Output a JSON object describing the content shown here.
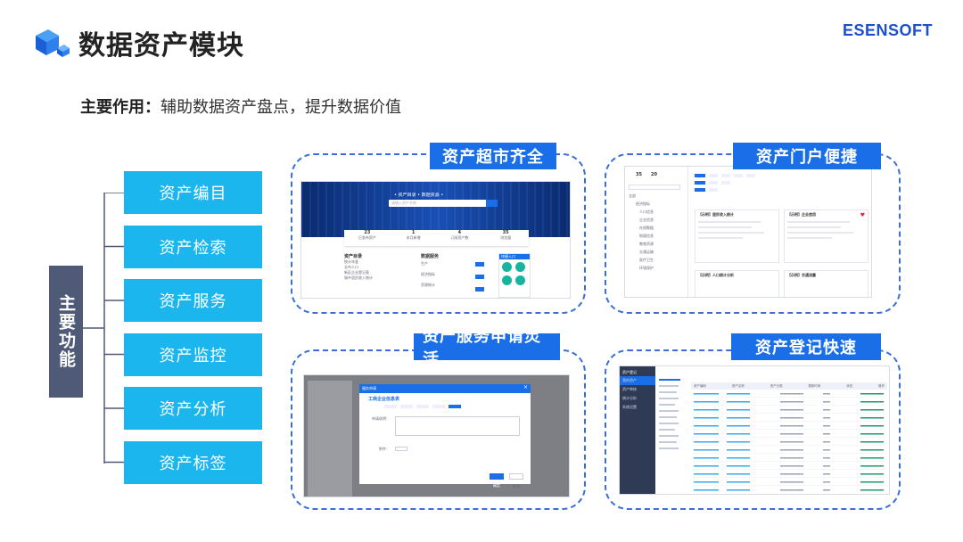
{
  "header": {
    "title": "数据资产模块",
    "brand": "ESENSOFT",
    "subtitle_label": "主要作用：",
    "subtitle_text": "辅助数据资产盘点，提升数据价值"
  },
  "main_label": "主要功能",
  "functions": [
    {
      "label": "资产编目"
    },
    {
      "label": "资产检索"
    },
    {
      "label": "资产服务"
    },
    {
      "label": "资产监控"
    },
    {
      "label": "资产分析"
    },
    {
      "label": "资产标签"
    }
  ],
  "panels": [
    {
      "tag": "资产超市齐全"
    },
    {
      "tag": "资产门户便捷"
    },
    {
      "tag": "资产服务申请灵活"
    },
    {
      "tag": "资产登记快速"
    }
  ],
  "shot_market": {
    "banner_text": "• 资产目录 • 数据资源 •",
    "search_placeholder": "请输入资产名称",
    "stats": [
      {
        "value": "23",
        "label": "已发布资产"
      },
      {
        "value": "1",
        "label": "本月新增"
      },
      {
        "value": "4",
        "label": "订阅资产数"
      },
      {
        "value": "35",
        "label": "浏览量"
      }
    ],
    "list_title_left": "资产目录",
    "list_title_mid": "数据服务",
    "rows_left": [
      "统计年鉴",
      "全市人口",
      "新区企业登记表",
      "城乡居民收入统计"
    ],
    "rows_mid": [
      "生产",
      "经济指标",
      "资源统计"
    ],
    "side_title": "快捷入口"
  },
  "shot_portal": {
    "stat_a": "35",
    "stat_b": "20",
    "tree_items": [
      "全部",
      "经济指标",
      "人口信息",
      "企业信息",
      "社保数据",
      "地理信息",
      "教育资源",
      "交通运输",
      "医疗卫生",
      "环境保护"
    ],
    "card_titles": [
      "【示例】居民收入统计",
      "【示例】企业信用",
      "【示例】人口统计分析",
      "【示例】交通流量"
    ]
  },
  "shot_service": {
    "dialog_title": "服务申请",
    "dialog_heading": "工商企业信息表",
    "form_label_a": "申请说明：",
    "form_label_b": "附件：",
    "ok_button": "确定",
    "cancel_button": "取消"
  },
  "shot_register": {
    "sidebar_items": [
      "资产登记",
      "我的资产",
      "资产审核",
      "统计分析",
      "系统设置"
    ],
    "table_header": [
      "资产编码",
      "资产名称",
      "资产分类",
      "更新时间",
      "状态",
      "操作"
    ]
  }
}
